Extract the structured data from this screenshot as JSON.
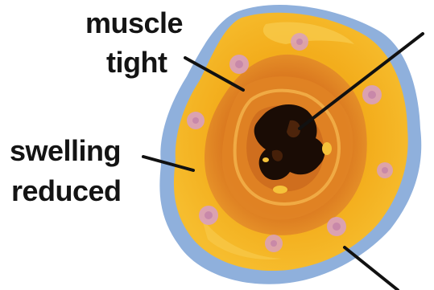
{
  "labels": {
    "muscle_tight": [
      "muscle",
      "tight"
    ],
    "swelling_reduced": [
      "swelling",
      "reduced"
    ]
  },
  "colors": {
    "background": "#ffffff",
    "outer_membrane": "#8fb0dc",
    "tissue_outer": "#f2b21e",
    "tissue_mid": "#f0a21a",
    "muscle_layer": "#d9761c",
    "muscle_dark": "#bf5e14",
    "lumen": "#1a0c05",
    "cells": "#d8a0c0",
    "text": "#141414",
    "pointer": "#111111"
  }
}
